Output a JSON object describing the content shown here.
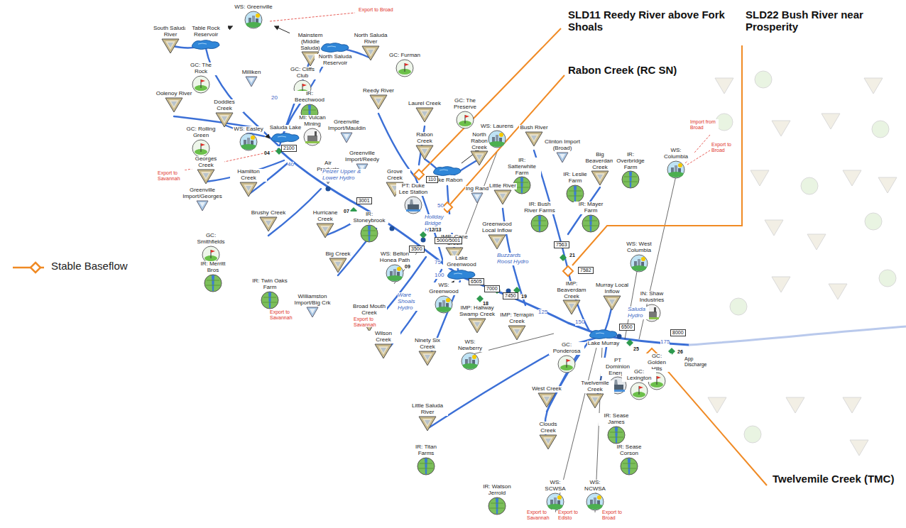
{
  "diagram": {
    "nodes": [
      {
        "text": [
          "WS: Greenville"
        ]
      },
      {
        "text": [
          "South Saluda River"
        ]
      },
      {
        "text": [
          "Table Rock Reservoir"
        ]
      },
      {
        "text": [
          "Mainstem (Middle Saluda)"
        ]
      },
      {
        "text": [
          "North Saluda Reservoir"
        ]
      },
      {
        "text": [
          "North Saluda River"
        ]
      },
      {
        "text": [
          "GC: The Rock"
        ]
      },
      {
        "text": [
          "Milliken"
        ]
      },
      {
        "text": [
          "GC: Cliffs Club"
        ]
      },
      {
        "text": [
          "IR: Beechwood"
        ]
      },
      {
        "text": [
          "GC: Furman"
        ]
      },
      {
        "text": [
          "Oolenoy River"
        ]
      },
      {
        "text": [
          "Doddies Creek"
        ]
      },
      {
        "text": [
          "Reedy River"
        ]
      },
      {
        "text": [
          "Laurel Creek"
        ]
      },
      {
        "text": [
          "GC: The Preserve"
        ]
      },
      {
        "text": [
          "MI: Vulcan Mining"
        ]
      },
      {
        "text": [
          "Greenville Import/Mauldin"
        ]
      },
      {
        "text": [
          "Rabon Creek"
        ]
      },
      {
        "text": [
          "North Rabon Creek"
        ]
      },
      {
        "text": [
          "WS: Laurens"
        ]
      },
      {
        "text": [
          "Clinton Import (Broad)"
        ]
      },
      {
        "text": [
          "Bush River"
        ]
      },
      {
        "text": [
          "IR: Satterwhite Farm"
        ]
      },
      {
        "text": [
          "IR: Leslie Farm"
        ]
      },
      {
        "text": [
          "Big Beaverdam Creek"
        ]
      },
      {
        "text": [
          "IR: Overbridge Farm"
        ]
      },
      {
        "text": [
          "WS: Columbia"
        ]
      },
      {
        "text": [
          "GC: Rolling Green"
        ]
      },
      {
        "text": [
          "WS: Easley"
        ]
      },
      {
        "text": [
          "Saluda Lake"
        ]
      },
      {
        "text": [
          "Air Products"
        ]
      },
      {
        "text": [
          "Greenville Import/Reedy"
        ]
      },
      {
        "text": [
          "Grove Creek"
        ]
      },
      {
        "text": [
          "Georges Creek"
        ]
      },
      {
        "text": [
          "Hamilton Creek"
        ]
      },
      {
        "text": [
          "PT: Duke Lee Station"
        ]
      },
      {
        "text": [
          "Lake Rabon"
        ]
      },
      {
        "text": [
          "Ing Rand"
        ]
      },
      {
        "text": [
          "Little River"
        ]
      },
      {
        "text": [
          "IR: Bush River Farms"
        ]
      },
      {
        "text": [
          "IR: Mayer Farm"
        ]
      },
      {
        "text": [
          "Greenville Import/Georges"
        ]
      },
      {
        "text": [
          "Brushy Creek"
        ]
      },
      {
        "text": [
          "Hurricane Creek"
        ]
      },
      {
        "text": [
          "IR: Stoneybrook"
        ]
      },
      {
        "text": [
          "Greenwood Local Inflow"
        ]
      },
      {
        "text": [
          "IMP: Cane Creek"
        ]
      },
      {
        "text": [
          "WS: West Columbia"
        ]
      },
      {
        "text": [
          "GC: Smithfields"
        ]
      },
      {
        "text": [
          "IR: Merritt Bros"
        ]
      },
      {
        "text": [
          "IR: Twin Oaks Farm"
        ]
      },
      {
        "text": [
          "Big Creek"
        ]
      },
      {
        "text": [
          "WS: Belton Honea Path"
        ]
      },
      {
        "text": [
          "Lake Greenwood"
        ]
      },
      {
        "text": [
          "WS: Greenwood"
        ]
      },
      {
        "text": [
          "IMP: Beaverdam Creek"
        ]
      },
      {
        "text": [
          "Murray Local Inflow"
        ]
      },
      {
        "text": [
          "IN: Shaw Industries"
        ]
      },
      {
        "text": [
          "Williamston Import/Big Crk"
        ]
      },
      {
        "text": [
          "Broad Mouth Creek"
        ]
      },
      {
        "text": [
          "IMP: Halfway Swamp Creek"
        ]
      },
      {
        "text": [
          "IMP: Terrapin Creek"
        ]
      },
      {
        "text": [
          "Lake Murray"
        ]
      },
      {
        "text": [
          "PT Dominion Energy"
        ]
      },
      {
        "text": [
          "GC: Golden Hills"
        ]
      },
      {
        "text": [
          "Wilson Creek"
        ]
      },
      {
        "text": [
          "Ninety Six Creek"
        ]
      },
      {
        "text": [
          "WS: Newberry"
        ]
      },
      {
        "text": [
          "GC: Ponderosa"
        ]
      },
      {
        "text": [
          "Twelvemile Creek"
        ]
      },
      {
        "text": [
          "GC: Lexington"
        ]
      },
      {
        "text": [
          "West Creek"
        ]
      },
      {
        "text": [
          "Little Saluda River"
        ]
      },
      {
        "text": [
          "Clouds Creek"
        ]
      },
      {
        "text": [
          "IR: Sease James"
        ]
      },
      {
        "text": [
          "IR: Sease Corson"
        ]
      },
      {
        "text": [
          "IR: Titan Farms"
        ]
      },
      {
        "text": [
          "IR: Watson Jerrold"
        ]
      },
      {
        "text": [
          "WS: SCWSA"
        ]
      },
      {
        "text": [
          "WS: NCWSA"
        ]
      }
    ],
    "edges": [
      {
        "from": 2,
        "to": 0,
        "arrow": "to"
      },
      {
        "from": 4,
        "to": 0,
        "arrow": "to"
      },
      {
        "from": 30,
        "to": 29,
        "arrow": "to"
      },
      {
        "from": 37,
        "to": 20,
        "arrow": "to"
      },
      {
        "from": 54,
        "to": 55,
        "arrow": "to"
      }
    ],
    "labels": [
      "SLD11 Reedy River above Fork Shoals",
      "Rabon Creek (RC SN)",
      "SLD22 Bush River near Prosperity",
      "Twelvemile Creek (TMC)",
      "Export to Broad",
      "Export to Savannah",
      "Export to Savannah",
      "Export to Savannah",
      "Import from Broad",
      "Export to Broad",
      "Export to Savannah",
      "Export to Edisto",
      "Export to Broad",
      "Pelzer Upper & Lower Hydro",
      "Holiday Bridge Hydro",
      "Ware Shoals Hydro",
      "Buzzards Roost Hydro",
      "Saluda Hydro",
      "2100",
      "3001",
      "110",
      "5000/5001",
      "3500",
      "6505",
      "7000",
      "7450",
      "7563",
      "7582",
      "6500",
      "8000",
      "04",
      "07",
      "12/13",
      "09",
      "18",
      "19",
      "21",
      "25",
      "26",
      "20",
      "40",
      "50",
      "75",
      "100",
      "125",
      "150",
      "175",
      "App Discharge"
    ],
    "legend": [
      {
        "text": "Stable Baseflow"
      }
    ]
  }
}
